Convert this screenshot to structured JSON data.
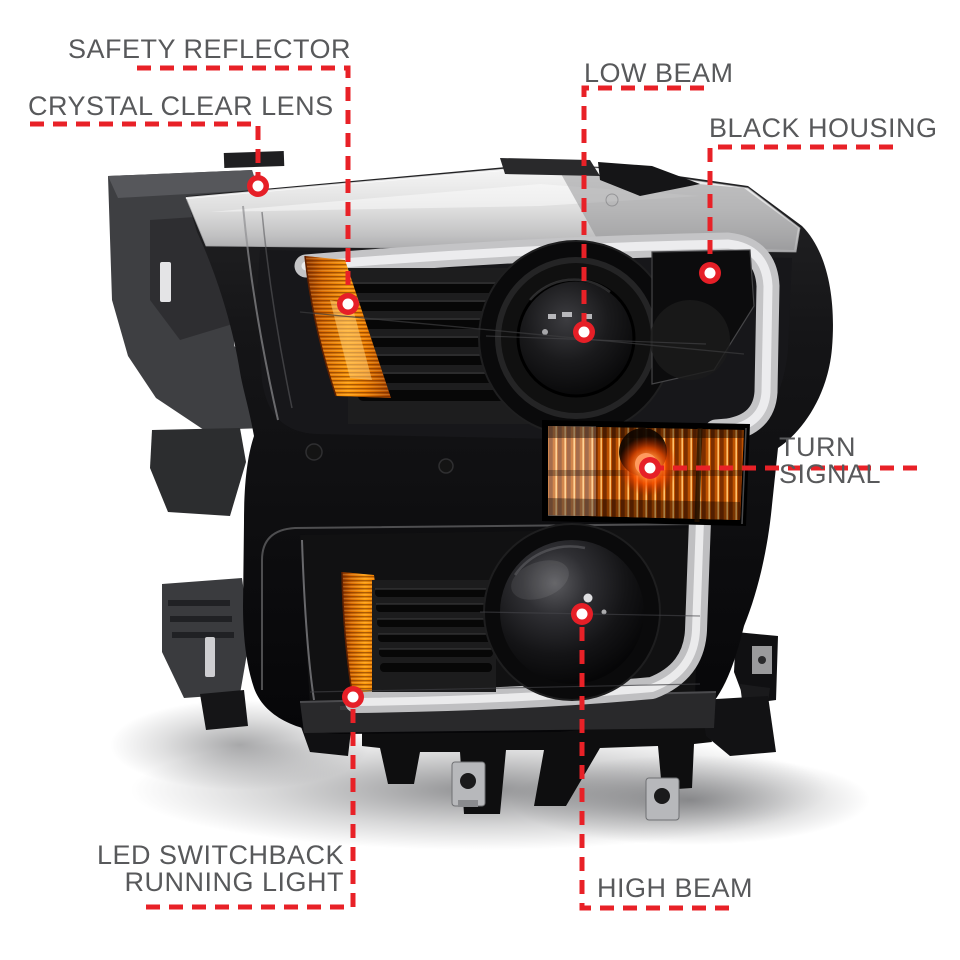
{
  "scene": {
    "background_color": "#ffffff",
    "subject": "black housing projector headlight with LED light bar"
  },
  "colors": {
    "label_text": "#58595b",
    "callout_red": "#e82127",
    "housing_black": "#0d0d0e",
    "amber_reflector": "#ff9d0c",
    "light_bar_gray": "#c4c4c6",
    "bracket_gray": "#3f4043",
    "clear_lens_silver": "#d9d9db",
    "background": "#ffffff"
  },
  "callouts": [
    {
      "id": "safety-reflector",
      "label": "SAFETY REFLECTOR"
    },
    {
      "id": "crystal-clear-lens",
      "label": "CRYSTAL CLEAR LENS"
    },
    {
      "id": "low-beam",
      "label": "LOW BEAM"
    },
    {
      "id": "black-housing",
      "label": "BLACK HOUSING"
    },
    {
      "id": "turn-signal",
      "label": "TURN SIGNAL"
    },
    {
      "id": "led-switchback-running-light",
      "label": "LED SWITCHBACK\nRUNNING LIGHT"
    },
    {
      "id": "high-beam",
      "label": "HIGH BEAM"
    }
  ]
}
